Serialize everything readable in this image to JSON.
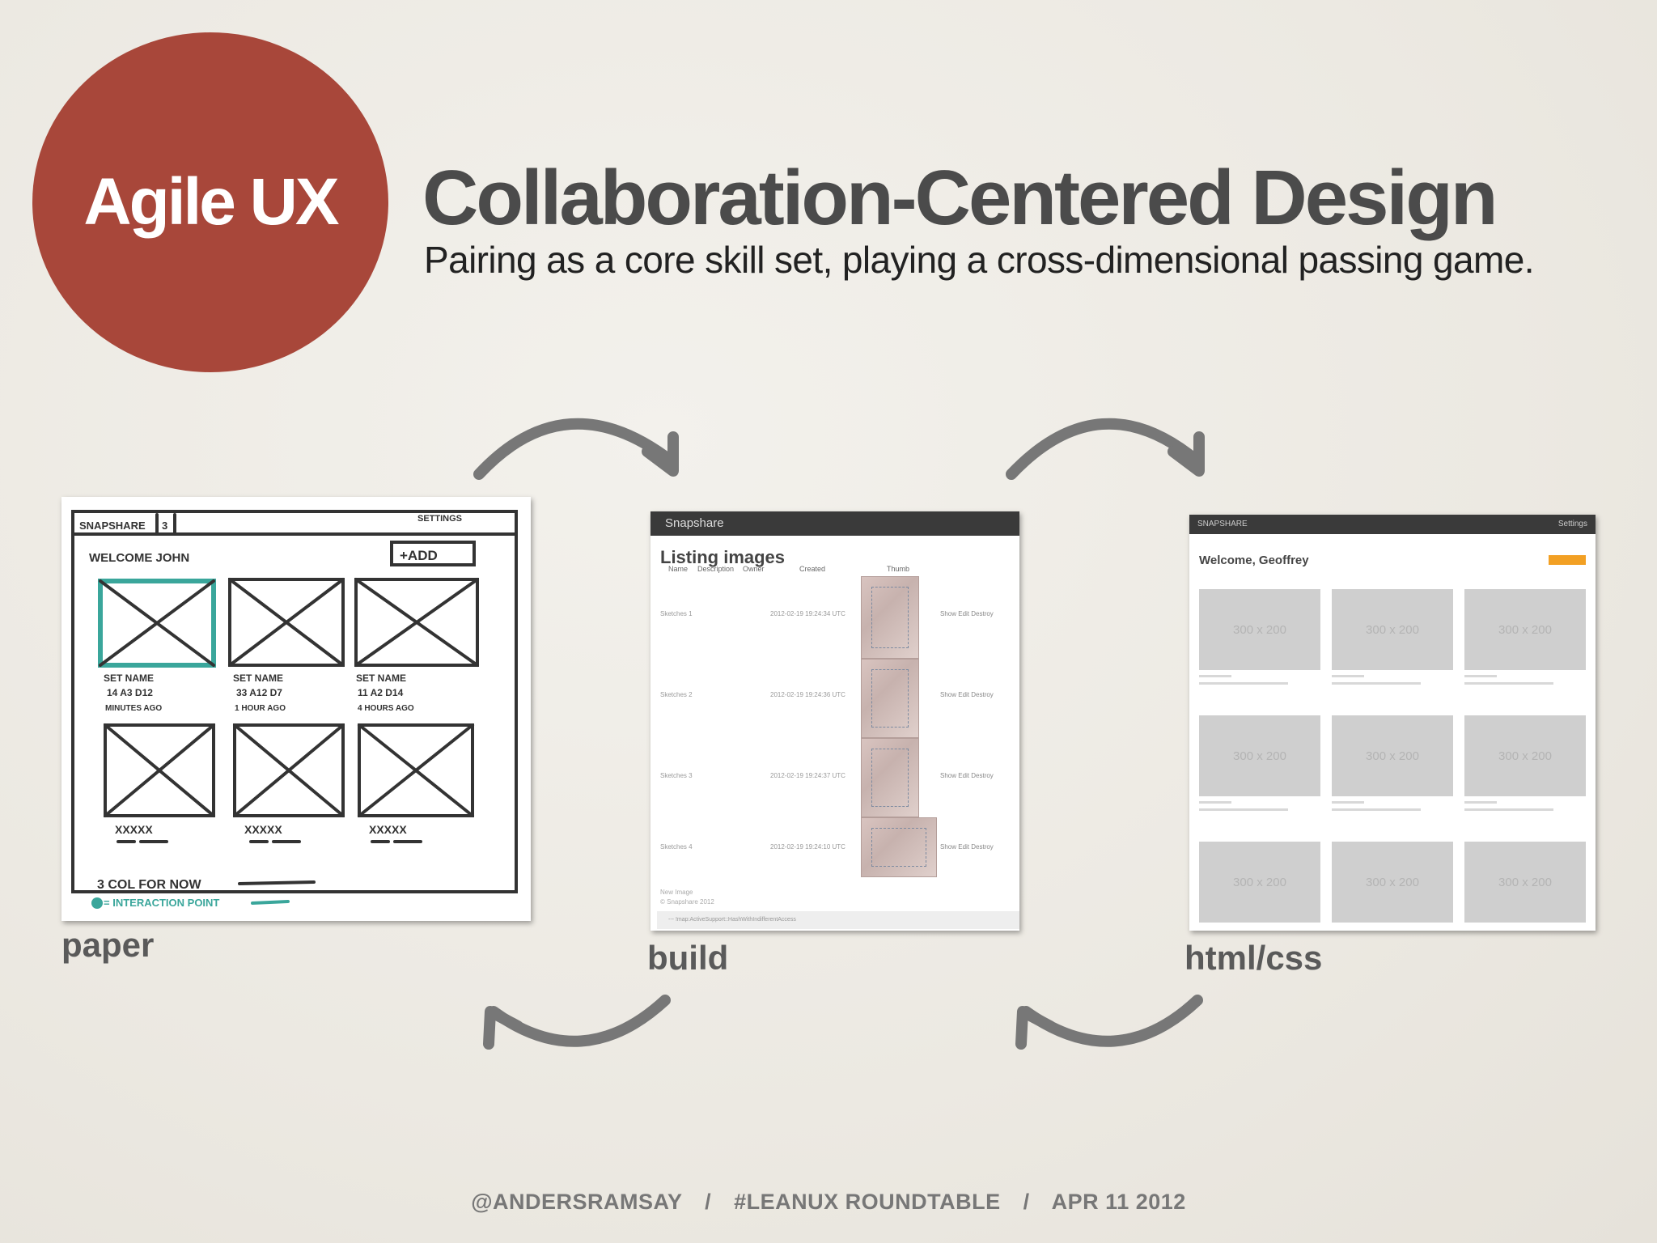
{
  "slide": {
    "badge": "Agile UX",
    "title": "Collaboration-Centered Design",
    "subtitle": "Pairing as a core skill set, playing a cross-dimensional passing game."
  },
  "panels": {
    "paper": {
      "caption": "paper",
      "sketch_texts": {
        "app": "SNAPSHARE",
        "tab": "3",
        "settings": "SETTINGS",
        "welcome": "WELCOME JOHN",
        "add": "+ADD",
        "set1": "SET NAME",
        "set2": "SET NAME",
        "set3": "SET NAME",
        "meta1": "14 A3 D12",
        "meta2": "33 A12 D7",
        "meta3": "11 A2 D14",
        "time1": "MINUTES AGO",
        "time2": "1 HOUR AGO",
        "time3": "4 HOURS AGO",
        "x1": "XXXXX",
        "x2": "XXXXX",
        "x3": "XXXXX",
        "note1": "3 COL FOR NOW",
        "note2": "= INTERACTION POINT"
      }
    },
    "build": {
      "caption": "build",
      "app_name": "Snapshare",
      "heading": "Listing images",
      "columns": [
        "Name",
        "Description",
        "Owner",
        "Created",
        "Thumb"
      ],
      "rows": [
        {
          "name": "Sketches 1",
          "created": "2012-02-19 19:24:34 UTC",
          "actions": "Show Edit Destroy"
        },
        {
          "name": "Sketches 2",
          "created": "2012-02-19 19:24:36 UTC",
          "actions": "Show Edit Destroy"
        },
        {
          "name": "Sketches 3",
          "created": "2012-02-19 19:24:37 UTC",
          "actions": "Show Edit Destroy"
        },
        {
          "name": "Sketches 4",
          "created": "2012-02-19 19:24:10 UTC",
          "actions": "Show Edit Destroy"
        }
      ],
      "new_link": "New Image",
      "copyright": "© Snapshare 2012",
      "console": "--- !map:ActiveSupport::HashWithIndifferentAccess"
    },
    "html": {
      "caption": "html/css",
      "brand": "SNAPSHARE",
      "settings": "Settings",
      "welcome": "Welcome, Geoffrey",
      "placeholders": [
        "300 x 200",
        "300 x 200",
        "300 x 200",
        "300 x 200",
        "300 x 200",
        "300 x 200",
        "300 x 200",
        "300 x 200",
        "300 x 200"
      ]
    }
  },
  "footer": {
    "handle": "@ANDERSRAMSAY",
    "tag": "#LEANUX ROUNDTABLE",
    "date": "APR 11 2012",
    "separator": "/"
  },
  "colors": {
    "badge": "#a8473a",
    "arrows": "#777777",
    "sketch_highlight": "#3aa69b",
    "orange_button": "#f2a024"
  }
}
